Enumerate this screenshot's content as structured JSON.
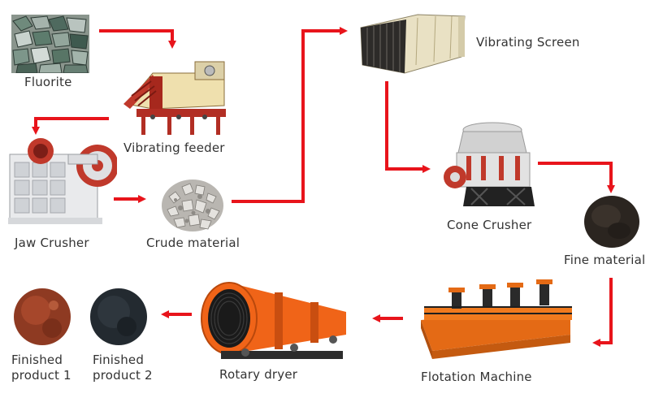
{
  "title": "Fluorite processing flow",
  "colors": {
    "arrow": "#e8141b",
    "label": "#333333"
  },
  "nodes": {
    "fluorite": {
      "label": "Fluorite",
      "icon": "fluorite-ore-pile"
    },
    "vibrating_feeder": {
      "label": "Vibrating feeder",
      "icon": "vibrating-feeder-machine"
    },
    "jaw_crusher": {
      "label": "Jaw Crusher",
      "icon": "jaw-crusher-machine"
    },
    "crude_material": {
      "label": "Crude material",
      "icon": "crushed-stone-pile"
    },
    "vibrating_screen": {
      "label": "Vibrating Screen",
      "icon": "vibrating-screen-machine"
    },
    "cone_crusher": {
      "label": "Cone Crusher",
      "icon": "cone-crusher-machine"
    },
    "fine_material": {
      "label": "Fine material",
      "icon": "fine-powder-pile"
    },
    "flotation_machine": {
      "label": "Flotation Machine",
      "icon": "flotation-machine"
    },
    "rotary_dryer": {
      "label": "Rotary dryer",
      "icon": "rotary-dryer-drum"
    },
    "finished_product_2": {
      "label_line1": "Finished",
      "label_line2": "product 2",
      "icon": "dark-powder-sample"
    },
    "finished_product_1": {
      "label_line1": "Finished",
      "label_line2": "product 1",
      "icon": "red-powder-sample"
    }
  }
}
